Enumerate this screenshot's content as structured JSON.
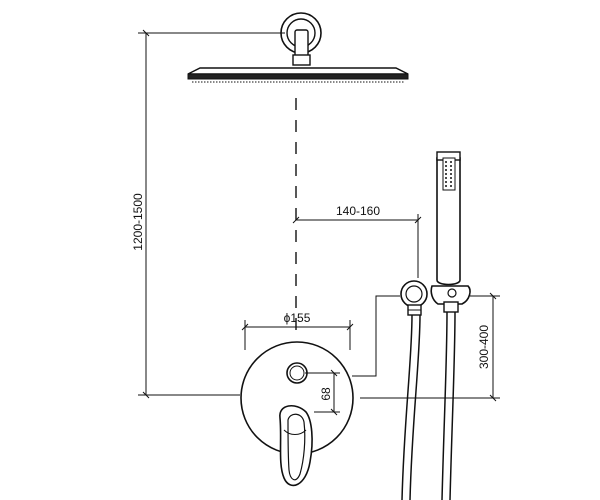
{
  "dimensions": {
    "height_total": "1200-1500",
    "horizontal_offset": "140-160",
    "diameter": "ϕ155",
    "handle_height": "68",
    "holder_height": "300-400"
  }
}
